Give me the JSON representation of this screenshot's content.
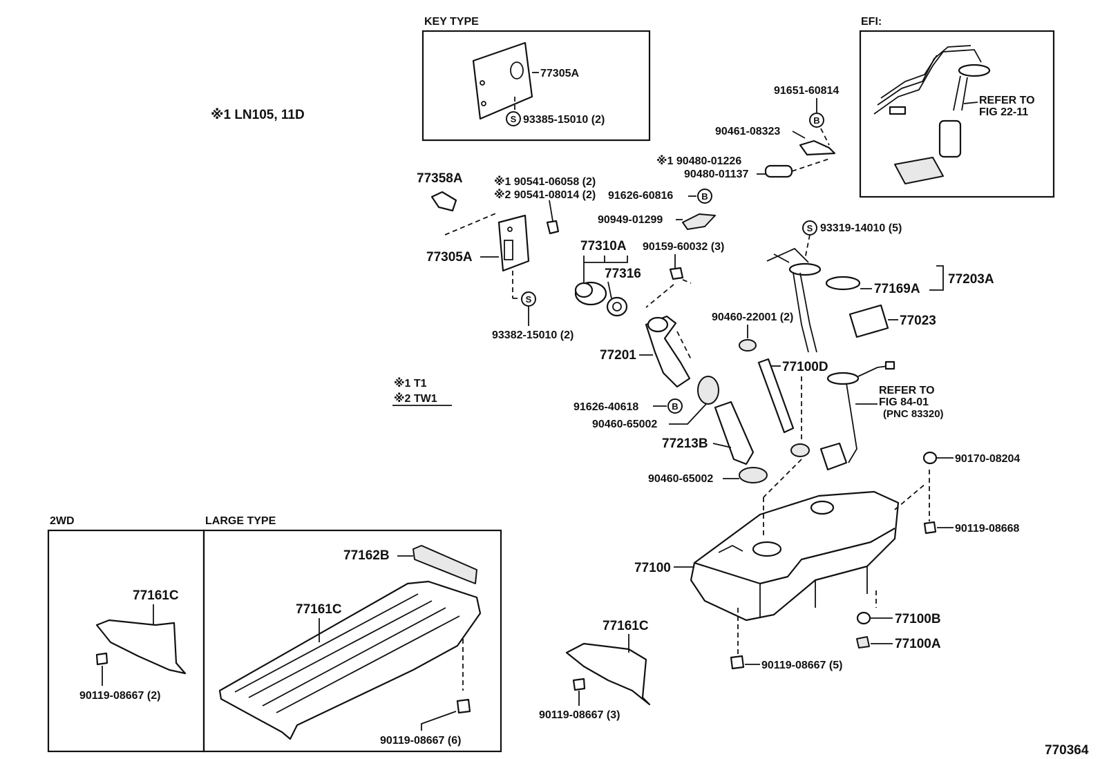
{
  "panels": {
    "key_type": "KEY TYPE",
    "efi": "EFI:",
    "two_wd": "2WD",
    "large_type": "LARGE TYPE"
  },
  "notes": {
    "note1": "※1 LN105, 11D",
    "note_t1": "※1 T1",
    "note_tw1": "※2 TW1"
  },
  "labels": {
    "l77305A_key": "77305A",
    "l93385": "93385-15010 (2)",
    "l91651": "91651-60814",
    "l90461": "90461-08323",
    "l90480a": "※1 90480-01226",
    "l90480b": "90480-01137",
    "l77358A": "77358A",
    "l90541a": "※1 90541-06058 (2)",
    "l90541b": "※2 90541-08014 (2)",
    "l91626_60816": "91626-60816",
    "l90949": "90949-01299",
    "l77305A": "77305A",
    "l77310A": "77310A",
    "l90159": "90159-60032 (3)",
    "l77316": "77316",
    "l93319": "93319-14010 (5)",
    "l77203A": "77203A",
    "l77169A": "77169A",
    "l93382": "93382-15010 (2)",
    "l77023": "77023",
    "l90460_22001": "90460-22001 (2)",
    "l77201": "77201",
    "l77100D": "77100D",
    "l91626_40618": "91626-40618",
    "l90460_65002a": "90460-65002",
    "l77213B": "77213B",
    "l90460_65002b": "90460-65002",
    "l90170": "90170-08204",
    "l90119_08668": "90119-08668",
    "l77100": "77100",
    "l77162B": "77162B",
    "l77161C_2wd": "77161C",
    "l77161C_large": "77161C",
    "l77161C_mid": "77161C",
    "l77100B": "77100B",
    "l77100A": "77100A",
    "l90119_5": "90119-08667 (5)",
    "l90119_2": "90119-08667 (2)",
    "l90119_3": "90119-08667 (3)",
    "l90119_6": "90119-08667 (6)",
    "figure_number": "770364"
  },
  "refer": {
    "efi_line1": "REFER TO",
    "efi_line2": "FIG 22-11",
    "gauge_line1": "REFER TO",
    "gauge_line2": "FIG 84-01",
    "gauge_line3": "(PNC 83320)"
  },
  "symbols": {
    "s": "S",
    "b": "B"
  }
}
